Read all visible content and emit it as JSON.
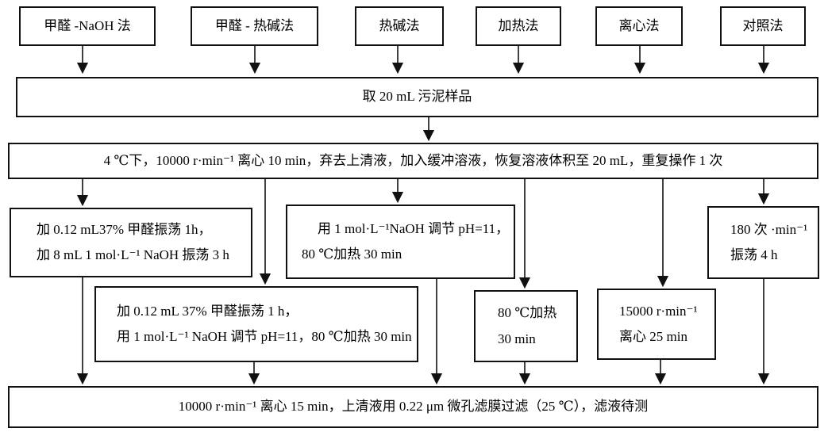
{
  "diagram": {
    "title_row_methods": [
      {
        "label": "甲醛 -NaOH 法"
      },
      {
        "label": "甲醛 - 热碱法"
      },
      {
        "label": "热碱法"
      },
      {
        "label": "加热法"
      },
      {
        "label": "离心法"
      },
      {
        "label": "对照法"
      }
    ],
    "step_sample": "取 20 mL 污泥样品",
    "step_pretreatment": "4 ℃下，10000 r·min⁻¹ 离心 10 min，弃去上清液，加入缓冲溶液，恢复溶液体积至 20 mL，重复操作 1 次",
    "treatments": {
      "formaldehyde_naoh": {
        "line1": "加 0.12 mL37% 甲醛振荡 1h，",
        "line2": "加 8 mL 1 mol·L⁻¹ NaOH 振荡 3 h"
      },
      "hot_alkali": {
        "line1": "用 1 mol·L⁻¹NaOH 调节 pH=11，",
        "line2": "80 ℃加热 30 min"
      },
      "control_shaking": {
        "line1": "180 次 ·min⁻¹",
        "line2": "振荡 4 h"
      },
      "formaldehyde_hot_alkali": {
        "line1": "加 0.12 mL 37% 甲醛振荡 1 h，",
        "line2": "用 1 mol·L⁻¹ NaOH 调节 pH=11，80 ℃加热 30 min"
      },
      "heating": {
        "line1": "80 ℃加热",
        "line2": "30 min"
      },
      "centrifugation": {
        "line1": "15000 r·min⁻¹",
        "line2": "离心 25 min"
      }
    },
    "step_final": "10000 r·min⁻¹ 离心 15 min，上清液用 0.22 μm 微孔滤膜过滤（25 ℃），滤液待测",
    "colors": {
      "line": "#111111",
      "background": "#ffffff"
    }
  }
}
